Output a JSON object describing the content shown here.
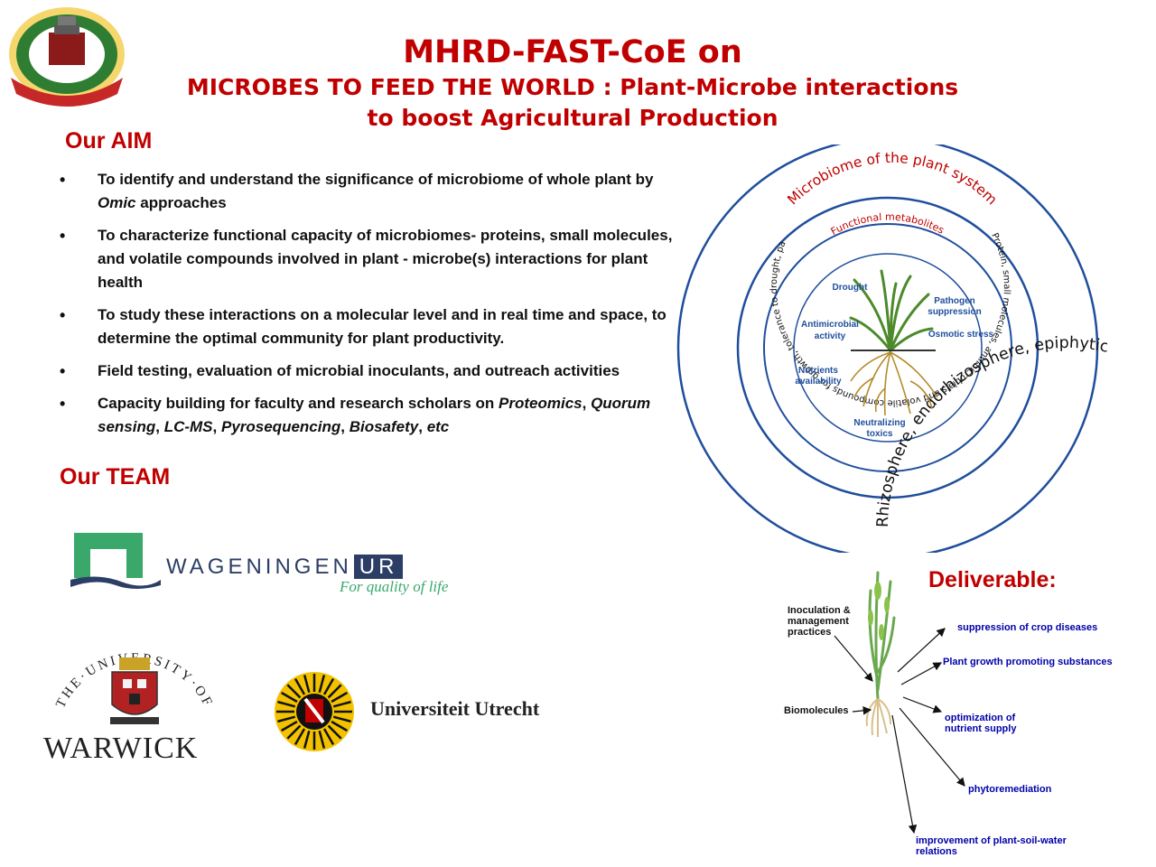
{
  "header": {
    "title": "MHRD-FAST-CoE on",
    "subtitle_line1": "MICROBES TO FEED THE WORLD : Plant-Microbe interactions",
    "subtitle_line2": "to boost Agricultural Production"
  },
  "aim": {
    "heading": "Our AIM",
    "items": [
      {
        "parts": [
          "To identify and understand the significance of microbiome of whole plant by ",
          "Omic",
          " approaches"
        ]
      },
      {
        "parts": [
          "To characterize functional capacity of microbiomes- proteins, small molecules, and volatile compounds involved in plant - microbe(s) interactions for plant health"
        ]
      },
      {
        "parts": [
          "To study these interactions on a molecular level and in real time and space, to determine the optimal community for plant productivity."
        ]
      },
      {
        "parts": [
          "Field testing, evaluation of microbial inoculants, and outreach activities"
        ]
      },
      {
        "parts": [
          "Capacity building for faculty and research scholars on ",
          "Proteomics",
          ", ",
          "Quorum sensing",
          ", ",
          "LC-MS",
          ", ",
          "Pyrosequencing",
          ", ",
          "Biosafety",
          ", ",
          "etc"
        ]
      }
    ]
  },
  "team": {
    "heading": "Our TEAM",
    "wageningen": {
      "name_left": "WAGENINGEN",
      "name_box": "UR",
      "tagline": "For quality of life"
    },
    "warwick": {
      "arc_text": "THE·UNIVERSITY·OF",
      "name": "WARWICK"
    },
    "utrecht": {
      "name": "Universiteit Utrecht"
    }
  },
  "circle_diagram": {
    "outer_ring": "Rhizosphere, endorhizosphere, epiphytic and endophytic phyllosphere microbes for commensal and symbiosism",
    "top_label": "Microbiome of the plant system",
    "functional_label": "Functional metabolites",
    "middle_ring": "Protein, small molecules, antimicrobials and volatile compounds for growth, tolerance to drought, pathogen and predators",
    "inner": {
      "drought": "Drought",
      "pathogen": [
        "Pathogen",
        "suppression"
      ],
      "antimicrobial": [
        "Antimicrobial",
        "activity"
      ],
      "osmotic": "Osmotic stress",
      "nutrients": [
        "Nutrients",
        "availability"
      ],
      "neutralizing": [
        "Neutralizing",
        "toxics"
      ]
    }
  },
  "deliverable": {
    "heading": "Deliverable:",
    "inputs": {
      "inoculation": [
        "Inoculation &",
        "management",
        "practices"
      ],
      "biomolecules": "Biomolecules"
    },
    "outcomes": [
      "suppression of crop diseases",
      "Plant growth promoting substances",
      [
        "optimization of",
        "nutrient supply"
      ],
      "phytoremediation",
      [
        "improvement of plant-soil-water",
        "relations"
      ]
    ]
  },
  "colors": {
    "heading_red": "#c00000",
    "diagram_blue": "#1f4e9c",
    "wur_green": "#2e8b57",
    "wur_navy": "#2c3e66"
  }
}
